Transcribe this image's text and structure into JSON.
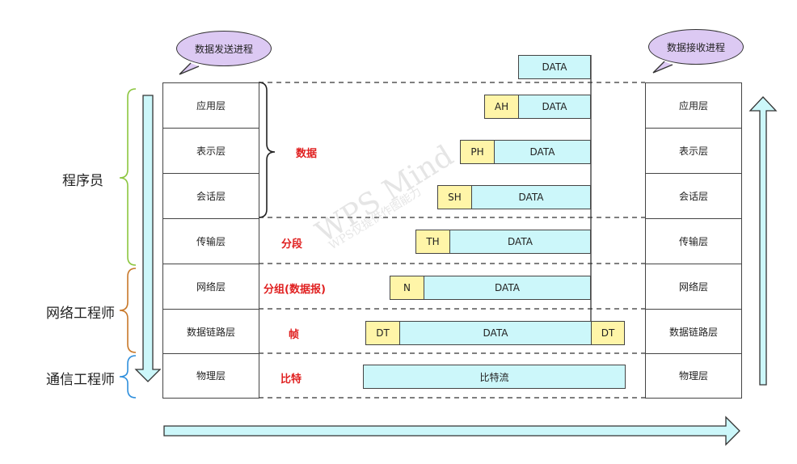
{
  "bubbles": {
    "send": "数据发送进程",
    "recv": "数据接收进程"
  },
  "layers": [
    "应用层",
    "表示层",
    "会话层",
    "传输层",
    "网络层",
    "数据链路层",
    "物理层"
  ],
  "roles": {
    "programmer": "程序员",
    "network": "网络工程师",
    "comm": "通信工程师"
  },
  "units": {
    "data": "数据",
    "segment": "分段",
    "packet": "分组(数据报)",
    "frame": "帧",
    "bit": "比特"
  },
  "packets": {
    "top": "DATA",
    "app": {
      "h": "AH",
      "d": "DATA"
    },
    "pres": {
      "h": "PH",
      "d": "DATA"
    },
    "sess": {
      "h": "SH",
      "d": "DATA"
    },
    "trans": {
      "h": "TH",
      "d": "DATA"
    },
    "net": {
      "h": "N",
      "d": "DATA"
    },
    "link": {
      "h": "DT",
      "d": "DATA",
      "t": "DT"
    },
    "phys": "比特流"
  },
  "watermark": {
    "big": "WPS Mind",
    "small": "WPS仅提供作图能力"
  },
  "colors": {
    "bubble": "#dcc9f3",
    "header": "#fff5a8",
    "data": "#ccf7fa",
    "arrow": "#ccf7fa",
    "brace_green": "#8cc63f",
    "brace_orange": "#c8782a",
    "brace_blue": "#2f8fdc",
    "label_red": "#e02020"
  }
}
